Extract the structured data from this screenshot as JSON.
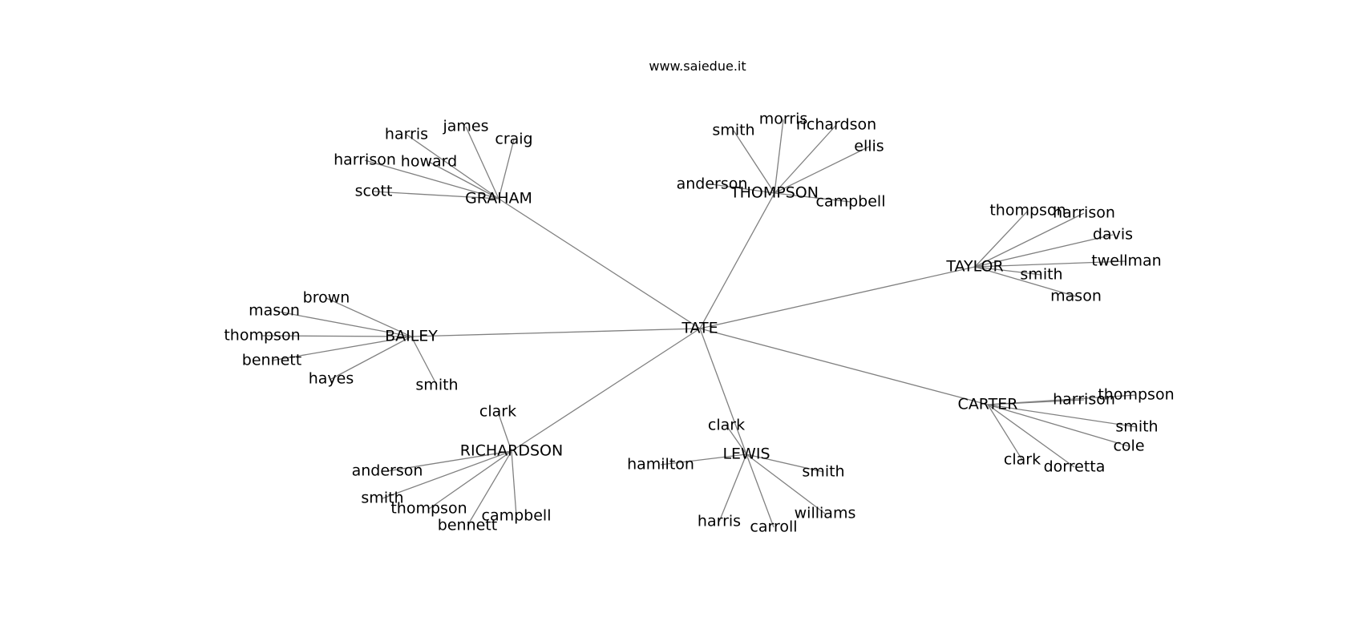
{
  "header": {
    "site": "www.saiedue.it"
  },
  "graph": {
    "center": "TATE",
    "clusters": [
      {
        "id": "graham",
        "name": "GRAHAM",
        "leaves": [
          "harris",
          "james",
          "craig",
          "harrison",
          "howard",
          "scott"
        ]
      },
      {
        "id": "thompson",
        "name": "THOMPSON",
        "leaves": [
          "smith",
          "morris",
          "richardson",
          "ellis",
          "anderson",
          "campbell"
        ]
      },
      {
        "id": "taylor",
        "name": "TAYLOR",
        "leaves": [
          "thompson",
          "harrison",
          "davis",
          "twellman",
          "smith",
          "mason"
        ]
      },
      {
        "id": "bailey",
        "name": "BAILEY",
        "leaves": [
          "brown",
          "mason",
          "thompson",
          "bennett",
          "hayes",
          "smith"
        ]
      },
      {
        "id": "carter",
        "name": "CARTER",
        "leaves": [
          "harrison",
          "thompson",
          "smith",
          "cole",
          "clark",
          "dorretta"
        ]
      },
      {
        "id": "richardson",
        "name": "RICHARDSON",
        "leaves": [
          "clark",
          "anderson",
          "smith",
          "thompson",
          "bennett",
          "campbell"
        ]
      },
      {
        "id": "lewis",
        "name": "LEWIS",
        "leaves": [
          "clark",
          "hamilton",
          "smith",
          "harris",
          "carroll",
          "williams"
        ]
      }
    ]
  }
}
